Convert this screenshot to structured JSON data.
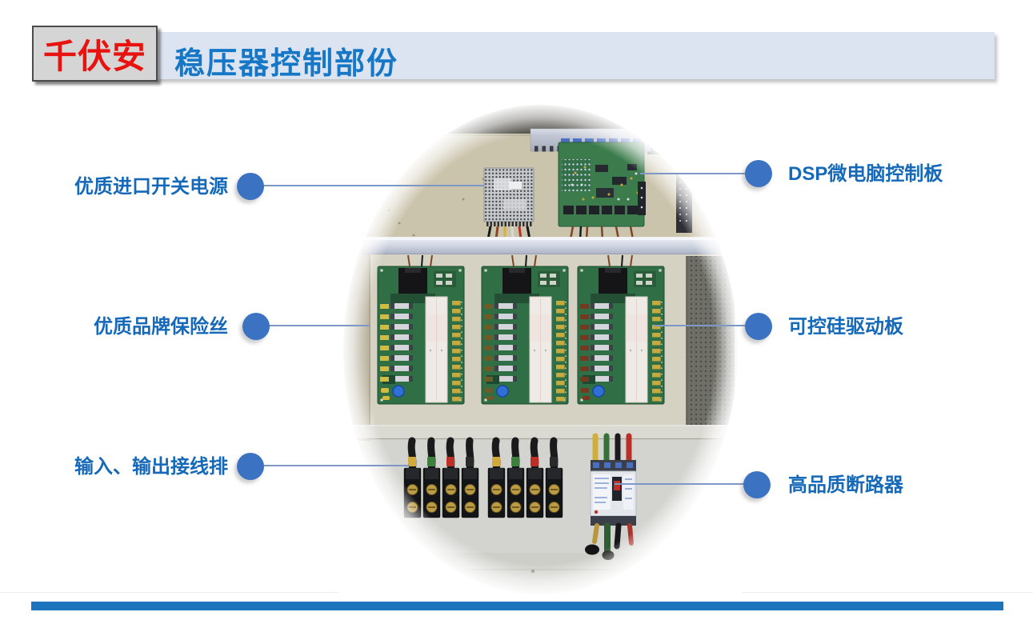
{
  "header": {
    "logo_text": "千伏安",
    "logo_text_color": "#e8120e",
    "logo_bg_color": "#d5d5d5",
    "title": "稳压器控制部份",
    "title_color": "#1577c5",
    "bar_color": "#dde4f1"
  },
  "callouts": {
    "dot_color": "#3b72c2",
    "line_color": "#7d97c6",
    "label_color": "#1569b8",
    "left": [
      {
        "label": "优质进口开关电源"
      },
      {
        "label": "优质品牌保险丝"
      },
      {
        "label": "输入、输出接线排"
      }
    ],
    "right": [
      {
        "label": "DSP微电脑控制板"
      },
      {
        "label": "可控硅驱动板"
      },
      {
        "label": "高品质断路器"
      }
    ]
  },
  "footer": {
    "bar_color": "#1b74bc"
  }
}
